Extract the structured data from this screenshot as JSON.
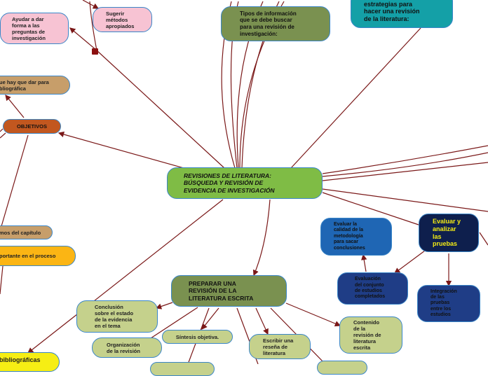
{
  "map": {
    "central": "REVISIONES DE LITERATURA:\nBÚSQUEDA Y REVISIÓN DE\nEVIDENCIA DE INVESTIGACIÓN",
    "objetivos": "OBJETIVOS",
    "ayudar": "Ayudar a dar\nforma a las\npreguntas de\ninvestigación",
    "sugerir": "Sugerir\nmétodos\napropiados",
    "tipos": "Tipos de información\nque se debe buscar\npara una revisión de\ninvestigación:",
    "estrategias": "estrategias para\nhacer una revisión\nde la literatura:",
    "hay_que_dar": "ue hay que dar para\nbliográfica",
    "pasos": "mos del capítulo",
    "importante": "portante en el proceso",
    "bibliograficas": "bibliográficas",
    "preparar": "PREPARAR UNA\nREVISIÓN DE LA\nLITERATURA ESCRITA",
    "conclusion": "Conclusión\nsobre el estado\nde la evidencia\nen el tema",
    "organizacion": "Organización\nde la revisión",
    "sintesis": "Síntesis objetiva.",
    "escribir": "Escribir una\nreseña de\nliteratura",
    "contenido": "Contenido\nde la\nrevisión de\nliteratura\nescrita",
    "evaluar": "Evaluar y\nanalizar\nlas\npruebas",
    "calidad": "Evaluar la\ncalidad de la\nmetodología\npara sacar\nconclusiones",
    "conjunto": "Evaluación\ndel conjunto\nde estudios\ncompletados",
    "integracion": "Integración\nde las\npruebas\nentre los\nestudios"
  },
  "colors": {
    "link": "#7a1818",
    "node_border": "#3a86c8"
  }
}
